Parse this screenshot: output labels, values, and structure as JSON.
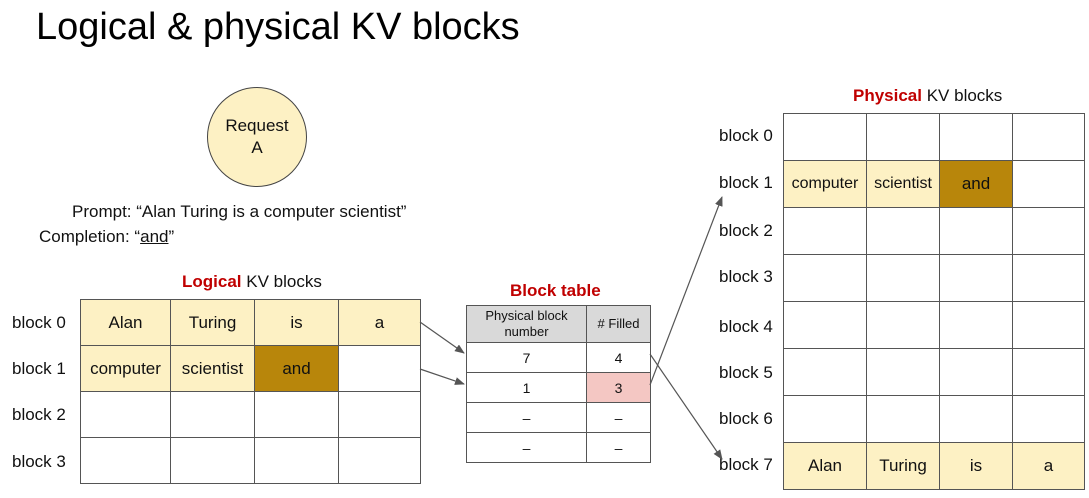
{
  "title": "Logical & physical KV blocks",
  "request": {
    "line1": "Request",
    "line2": "A"
  },
  "prompt_text": "Prompt: “Alan Turing is a computer scientist”",
  "completion": {
    "prefix": "Completion: “",
    "word": "and",
    "suffix": "”"
  },
  "logical": {
    "heading_red": "Logical",
    "heading_rest": " KV blocks",
    "rows": [
      {
        "label": "block 0",
        "cells": [
          "Alan",
          "Turing",
          "is",
          "a"
        ]
      },
      {
        "label": "block 1",
        "cells": [
          "computer",
          "scientist",
          "and",
          ""
        ]
      },
      {
        "label": "block 2",
        "cells": [
          "",
          "",
          "",
          ""
        ]
      },
      {
        "label": "block 3",
        "cells": [
          "",
          "",
          "",
          ""
        ]
      }
    ]
  },
  "block_table": {
    "heading": "Block table",
    "header": [
      "Physical block number",
      "# Filled"
    ],
    "rows": [
      [
        "7",
        "4"
      ],
      [
        "1",
        "3"
      ],
      [
        "–",
        "–"
      ],
      [
        "–",
        "–"
      ]
    ]
  },
  "physical": {
    "heading_red": "Physical",
    "heading_rest": " KV blocks",
    "rows": [
      {
        "label": "block 0",
        "cells": [
          "",
          "",
          "",
          ""
        ]
      },
      {
        "label": "block 1",
        "cells": [
          "computer",
          "scientist",
          "and",
          ""
        ]
      },
      {
        "label": "block 2",
        "cells": [
          "",
          "",
          "",
          ""
        ]
      },
      {
        "label": "block 3",
        "cells": [
          "",
          "",
          "",
          ""
        ]
      },
      {
        "label": "block 4",
        "cells": [
          "",
          "",
          "",
          ""
        ]
      },
      {
        "label": "block 5",
        "cells": [
          "",
          "",
          "",
          ""
        ]
      },
      {
        "label": "block 6",
        "cells": [
          "",
          "",
          "",
          ""
        ]
      },
      {
        "label": "block 7",
        "cells": [
          "Alan",
          "Turing",
          "is",
          "a"
        ]
      }
    ]
  },
  "colors": {
    "filled": "#fdf1c4",
    "new_token": "#b8860b",
    "highlight": "#f4c7c3",
    "accent_red": "#c00000"
  }
}
